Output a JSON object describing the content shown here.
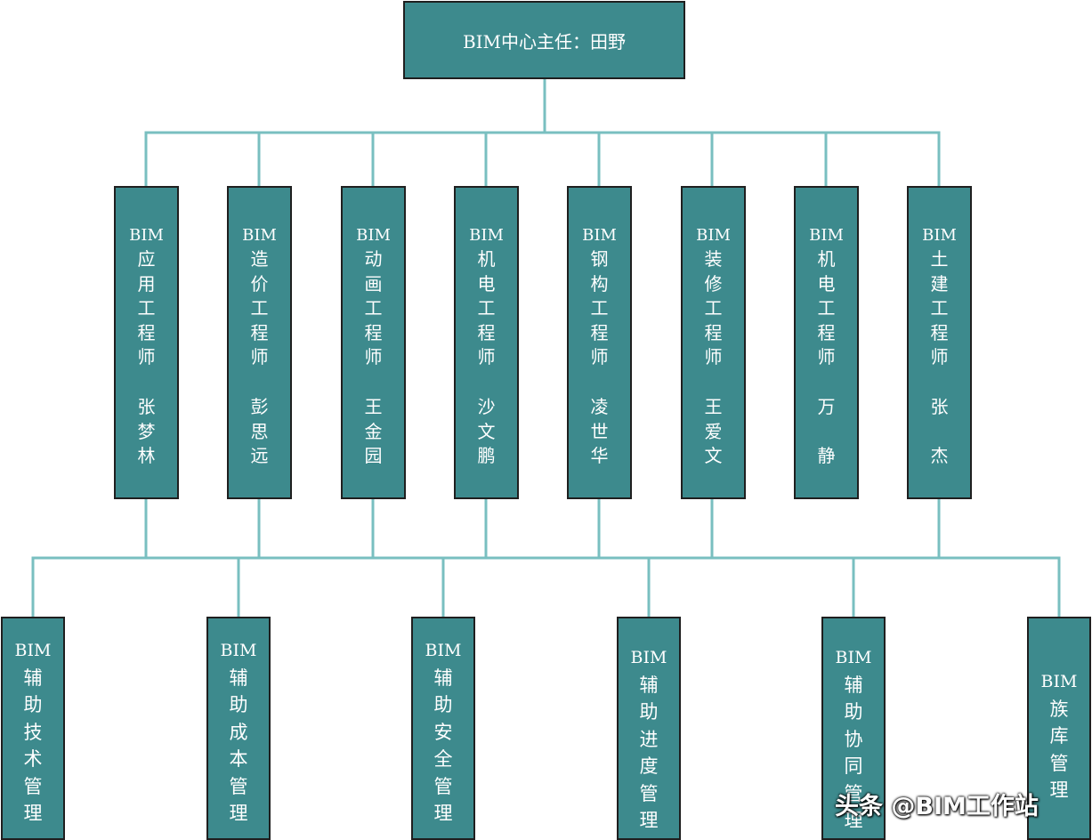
{
  "director": "BIM中心主任：田野",
  "engineers": [
    {
      "title": "BIM应用工程师",
      "name": "张梦林"
    },
    {
      "title": "BIM造价工程师",
      "name": "彭思远"
    },
    {
      "title": "BIM动画工程师",
      "name": "王金园"
    },
    {
      "title": "BIM机电工程师",
      "name": "沙文鹏"
    },
    {
      "title": "BIM钢构工程师",
      "name": "凌世华"
    },
    {
      "title": "BIM装修工程师",
      "name": "王爱文"
    },
    {
      "title": "BIM机电工程师",
      "name": "万　静"
    },
    {
      "title": "BIM土建工程师",
      "name": "张　杰"
    }
  ],
  "assistants": [
    {
      "title": "BIM辅助技术管理"
    },
    {
      "title": "BIM辅助成本管理"
    },
    {
      "title": "BIM辅助安全管理"
    },
    {
      "title": "BIM辅助进度管理"
    },
    {
      "title": "BIM辅助协同管理"
    },
    {
      "title": "BIM族库管理"
    }
  ],
  "watermark": "头条 @BIM工作站",
  "colors": {
    "box": "#3d8a8d",
    "border": "#1f1f1f",
    "line": "#79bfc0",
    "text": "#ffffff"
  }
}
